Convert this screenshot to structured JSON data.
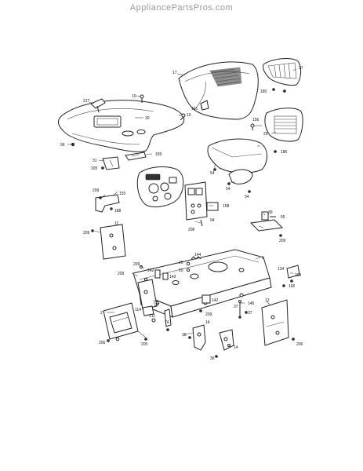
{
  "watermark": "AppliancePartsPros.com",
  "callouts": [
    {
      "id": "c217",
      "text": "217"
    },
    {
      "id": "c10a",
      "text": "10"
    },
    {
      "id": "c30",
      "text": "30"
    },
    {
      "id": "c10b",
      "text": "10"
    },
    {
      "id": "c96",
      "text": "96"
    },
    {
      "id": "c31",
      "text": "31"
    },
    {
      "id": "c205a",
      "text": "205"
    },
    {
      "id": "c159",
      "text": "159"
    },
    {
      "id": "c17",
      "text": "17"
    },
    {
      "id": "c161",
      "text": "161"
    },
    {
      "id": "c27",
      "text": "27"
    },
    {
      "id": "c180",
      "text": "180"
    },
    {
      "id": "c25",
      "text": "25"
    },
    {
      "id": "c186",
      "text": "186"
    },
    {
      "id": "c156",
      "text": "156"
    },
    {
      "id": "c54a",
      "text": "54"
    },
    {
      "id": "c54b",
      "text": "54"
    },
    {
      "id": "c54c",
      "text": "54"
    },
    {
      "id": "c209a",
      "text": "209"
    },
    {
      "id": "c155",
      "text": "155"
    },
    {
      "id": "c188",
      "text": "188"
    },
    {
      "id": "c158",
      "text": "158"
    },
    {
      "id": "c94",
      "text": "94"
    },
    {
      "id": "c208a",
      "text": "208"
    },
    {
      "id": "c39",
      "text": "39"
    },
    {
      "id": "c55",
      "text": "55"
    },
    {
      "id": "c209b",
      "text": "209"
    },
    {
      "id": "c11",
      "text": "11"
    },
    {
      "id": "c209c",
      "text": "209"
    },
    {
      "id": "c1",
      "text": "1"
    },
    {
      "id": "c144",
      "text": "144"
    },
    {
      "id": "c26",
      "text": "26"
    },
    {
      "id": "c20",
      "text": "20"
    },
    {
      "id": "c143",
      "text": "143"
    },
    {
      "id": "c142a",
      "text": "142"
    },
    {
      "id": "c209d",
      "text": "209"
    },
    {
      "id": "c209e",
      "text": "209"
    },
    {
      "id": "c134",
      "text": "134"
    },
    {
      "id": "c209f",
      "text": "209"
    },
    {
      "id": "c166",
      "text": "166"
    },
    {
      "id": "c2",
      "text": "2"
    },
    {
      "id": "c211",
      "text": "211"
    },
    {
      "id": "c114",
      "text": "114"
    },
    {
      "id": "c37a",
      "text": "37"
    },
    {
      "id": "c74",
      "text": "74"
    },
    {
      "id": "c142b",
      "text": "142"
    },
    {
      "id": "c209g",
      "text": "209"
    },
    {
      "id": "c37b",
      "text": "37"
    },
    {
      "id": "c145",
      "text": "145"
    },
    {
      "id": "c37c",
      "text": "37"
    },
    {
      "id": "c13",
      "text": "13"
    },
    {
      "id": "c14a",
      "text": "14"
    },
    {
      "id": "c14b",
      "text": "14"
    },
    {
      "id": "c36a",
      "text": "36"
    },
    {
      "id": "c36b",
      "text": "36"
    },
    {
      "id": "c206a",
      "text": "206"
    },
    {
      "id": "c205b",
      "text": "205"
    },
    {
      "id": "c206b",
      "text": "206"
    }
  ]
}
